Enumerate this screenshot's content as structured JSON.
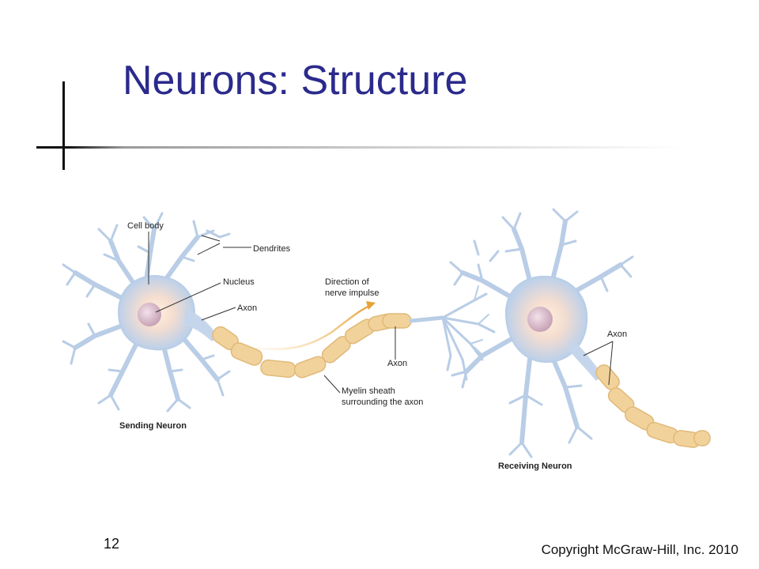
{
  "slide": {
    "title": "Neurons: Structure",
    "page_number": "12",
    "copyright": "Copyright McGraw-Hill, Inc. 2010"
  },
  "diagram": {
    "labels": {
      "cell_body": "Cell body",
      "dendrites": "Dendrites",
      "nucleus": "Nucleus",
      "axon_sending": "Axon",
      "direction_line1": "Direction of",
      "direction_line2": "nerve impulse",
      "axon_middle": "Axon",
      "myelin_line1": "Myelin sheath",
      "myelin_line2": "surrounding the axon",
      "axon_receiving": "Axon",
      "sending_neuron": "Sending Neuron",
      "receiving_neuron": "Receiving Neuron"
    },
    "colors": {
      "title": "#2b2a8c",
      "dendrite": "#b9cde6",
      "myelin": "#f2d29b",
      "arrow": "#e8a23a",
      "nucleus": "#d7b7c6"
    }
  }
}
